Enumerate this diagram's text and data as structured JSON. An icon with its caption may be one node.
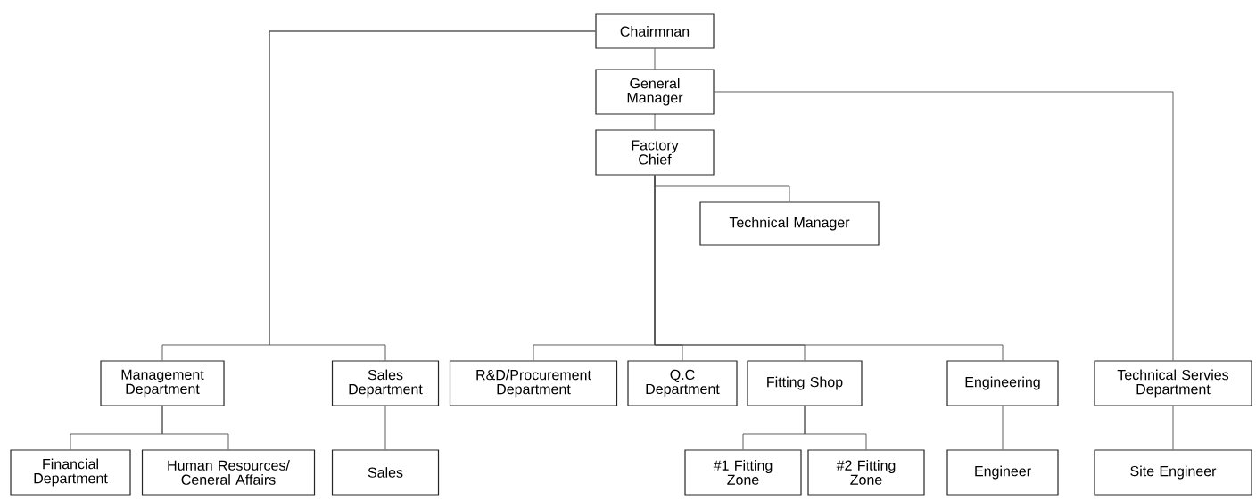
{
  "diagram": {
    "nodes": [
      {
        "text": [
          "Chairmnan"
        ]
      },
      {
        "text": [
          "General Manager"
        ]
      },
      {
        "text": [
          "Factory Chief"
        ]
      },
      {
        "text": [
          "Technical Manager"
        ]
      },
      {
        "text": [
          "Management Department"
        ]
      },
      {
        "text": [
          "Sales Department"
        ]
      },
      {
        "text": [
          "R&D/Procurement Department"
        ]
      },
      {
        "text": [
          "Q.C Department"
        ]
      },
      {
        "text": [
          "Fitting Shop"
        ]
      },
      {
        "text": [
          "Engineering"
        ]
      },
      {
        "text": [
          "Technical Servies Department"
        ]
      },
      {
        "text": [
          "Financial Department"
        ]
      },
      {
        "text": [
          "Human Resources/ Ceneral Affairs"
        ]
      },
      {
        "text": [
          "Sales"
        ]
      },
      {
        "text": [
          "#1 Fitting Zone"
        ]
      },
      {
        "text": [
          "#2 Fitting Zone"
        ]
      },
      {
        "text": [
          "Engineer"
        ]
      },
      {
        "text": [
          "Site Engineer"
        ]
      }
    ],
    "edges": [
      {
        "from": 0,
        "to": 1,
        "arrow": "none"
      },
      {
        "from": 1,
        "to": 2,
        "arrow": "none"
      },
      {
        "from": 0,
        "to": 4,
        "arrow": "none"
      },
      {
        "from": 0,
        "to": 5,
        "arrow": "none"
      },
      {
        "from": 1,
        "to": 10,
        "arrow": "none"
      },
      {
        "from": 2,
        "to": 3,
        "arrow": "none"
      },
      {
        "from": 2,
        "to": 6,
        "arrow": "none"
      },
      {
        "from": 2,
        "to": 7,
        "arrow": "none"
      },
      {
        "from": 2,
        "to": 8,
        "arrow": "none"
      },
      {
        "from": 2,
        "to": 9,
        "arrow": "none"
      },
      {
        "from": 4,
        "to": 11,
        "arrow": "none"
      },
      {
        "from": 4,
        "to": 12,
        "arrow": "none"
      },
      {
        "from": 5,
        "to": 13,
        "arrow": "none"
      },
      {
        "from": 8,
        "to": 14,
        "arrow": "none"
      },
      {
        "from": 8,
        "to": 15,
        "arrow": "none"
      },
      {
        "from": 9,
        "to": 16,
        "arrow": "none"
      },
      {
        "from": 10,
        "to": 17,
        "arrow": "none"
      }
    ]
  }
}
